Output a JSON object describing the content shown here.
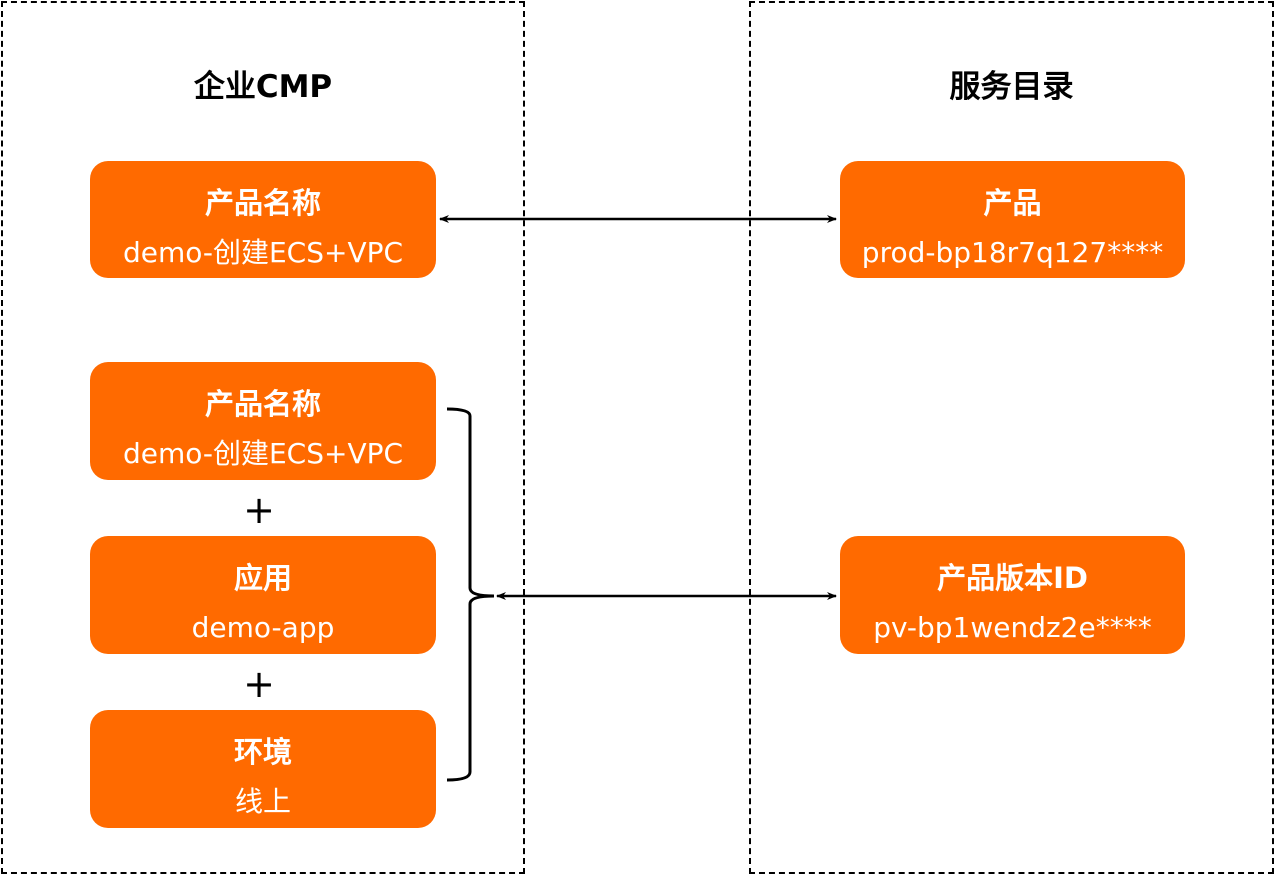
{
  "left_panel": {
    "title": "企业CMP",
    "boxes": [
      {
        "title": "产品名称",
        "value": "demo-创建ECS+VPC"
      },
      {
        "title": "产品名称",
        "value": "demo-创建ECS+VPC"
      },
      {
        "title": "应用",
        "value": "demo-app"
      },
      {
        "title": "环境",
        "value": "线上"
      }
    ],
    "plus_signs": [
      "+",
      "+"
    ]
  },
  "right_panel": {
    "title": "服务目录",
    "boxes": [
      {
        "title": "产品",
        "value": "prod-bp18r7q127****"
      },
      {
        "title": "产品版本ID",
        "value": "pv-bp1wendz2e****"
      }
    ]
  },
  "colors": {
    "box_fill": "#ff6a00",
    "box_text": "#ffffff",
    "line": "#000000"
  }
}
